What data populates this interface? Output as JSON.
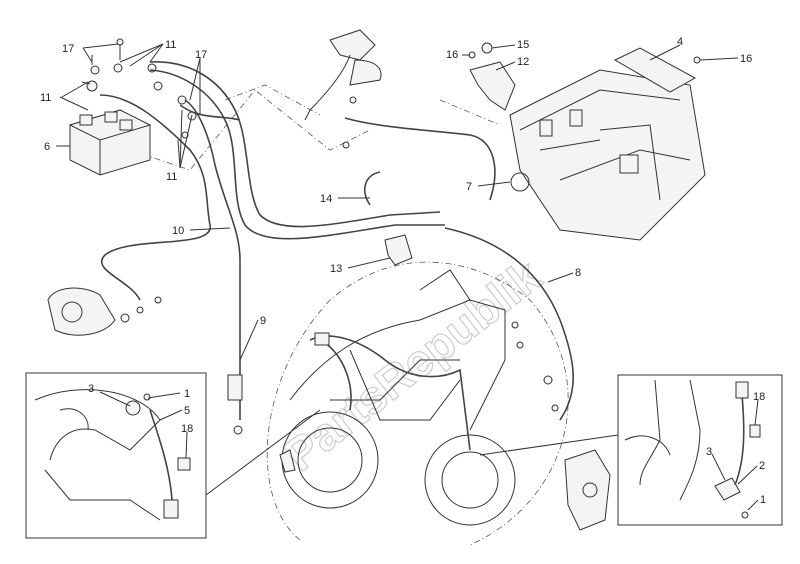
{
  "watermark": "PartsRepublik",
  "callouts": {
    "c1a": "1",
    "c1b": "1",
    "c2": "2",
    "c3a": "3",
    "c3b": "3",
    "c4": "4",
    "c5": "5",
    "c6": "6",
    "c7": "7",
    "c8": "8",
    "c9": "9",
    "c10": "10",
    "c11a": "11",
    "c11b": "11",
    "c11c": "11",
    "c12": "12",
    "c13": "13",
    "c14": "14",
    "c15": "15",
    "c16a": "16",
    "c16b": "16",
    "c17a": "17",
    "c17b": "17",
    "c18a": "18",
    "c18b": "18"
  }
}
